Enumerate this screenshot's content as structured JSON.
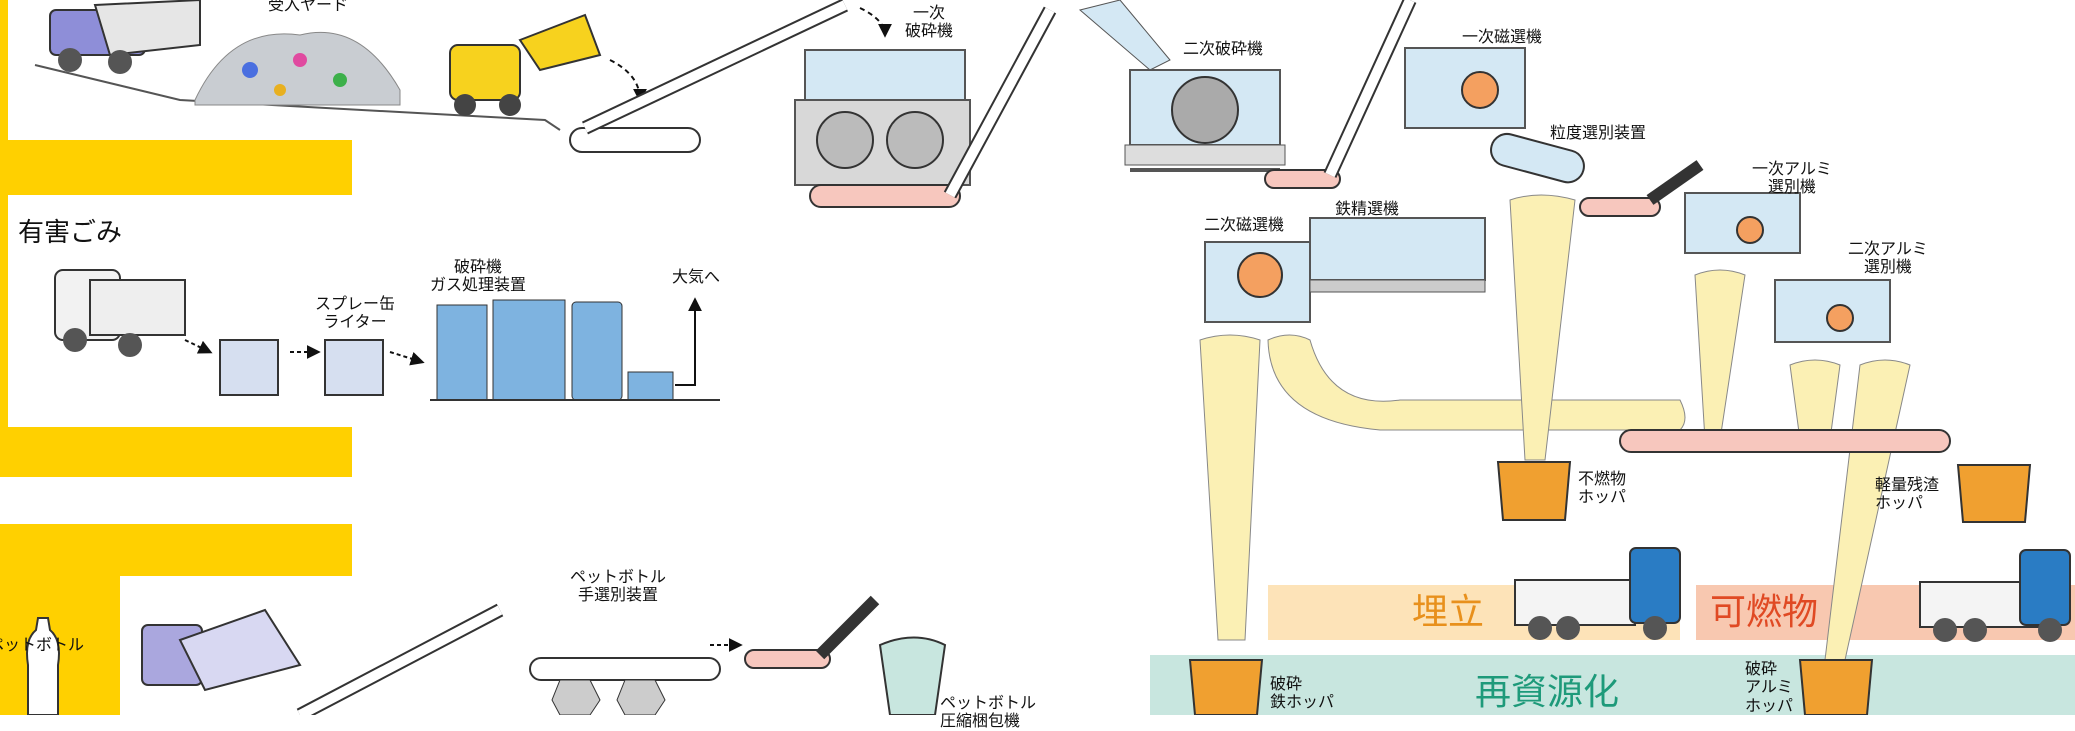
{
  "sections": {
    "hazardous_title": "有害ごみ"
  },
  "labels": {
    "receiving_yard": "受入ヤード",
    "primary_crusher": "一次\n破砕機",
    "secondary_crusher": "二次破砕機",
    "primary_magnetic": "一次磁選機",
    "particle_sorter": "粒度選別装置",
    "primary_alu": "一次アルミ\n選別機",
    "secondary_alu": "二次アルミ\n選別機",
    "secondary_magnetic": "二次磁選機",
    "iron_refiner": "鉄精選機",
    "incombustible_hopper": "不燃物\nホッパ",
    "light_residue_hopper": "軽量残渣\nホッパ",
    "crushed_iron_hopper": "破砕\n鉄ホッパ",
    "crushed_alu_hopper": "破砕\nアルミ\nホッパ",
    "spray_lighter": "スプレー缶\nライター",
    "gas_treatment": "破砕機\nガス処理装置",
    "to_atmosphere": "大気へ",
    "pet_sorting": "ペットボトル\n手選別装置",
    "pet_bottle_side": "ペットボトル",
    "pet_compactor": "ペットボトル\n圧縮梱包機"
  },
  "destinations": {
    "landfill": "埋立",
    "combustible": "可燃物",
    "recycling": "再資源化"
  },
  "colors": {
    "yellow_accent": "#FFD000",
    "chute_fill": "#FBF0B4",
    "machine_blue": "#D4E8F4",
    "hopper_orange": "#F0A030",
    "truck_blue": "#2A7CC4",
    "landfill_band": "#FDE3B8",
    "combustible_band": "#F8C8B0",
    "recycle_band": "#C8E6DF",
    "gas_unit_blue": "#7EB3E0",
    "landfill_text": "#E8901C",
    "combustible_text": "#E04A24",
    "recycle_text": "#1E9A7A"
  }
}
